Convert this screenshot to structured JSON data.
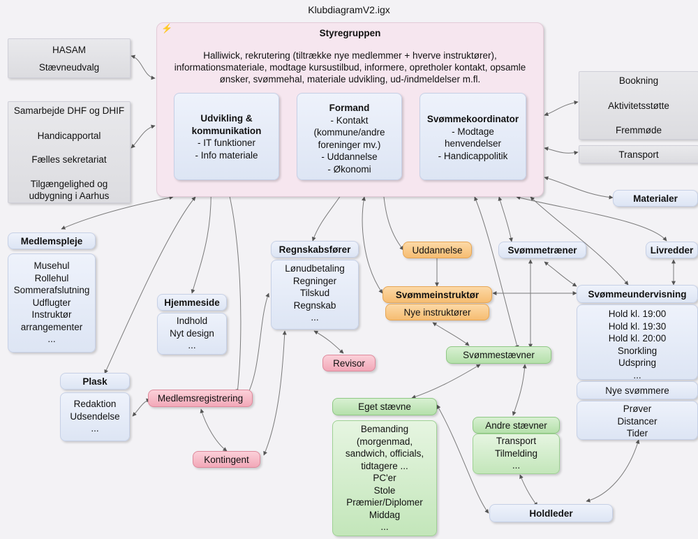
{
  "title": "KlubdiagramV2.igx",
  "styregruppen": {
    "header": "Styregruppen",
    "lines": [
      "Halliwick, rekrutering (tiltrække nye medlemmer + hverve instruktører),",
      "informationsmateriale, modtage kursustilbud, informere, opretholer kontakt, opsamle",
      "ønsker, svømmehal, materiale udvikling, ud-/indmeldelser m.fl."
    ]
  },
  "udvikling": {
    "header1": "Udvikling &",
    "header2": "kommunikation",
    "items": [
      "- IT funktioner",
      "- Info materiale"
    ]
  },
  "formand": {
    "header": "Formand",
    "items": [
      "- Kontakt",
      "(kommune/andre",
      "foreninger mv.)",
      "- Uddannelse",
      "- Økonomi"
    ]
  },
  "svoemmekoordinator": {
    "header": "Svømmekoordinator",
    "items": [
      "- Modtage",
      "henvendelser",
      "- Handicappolitik"
    ]
  },
  "hasam": {
    "line1": "HASAM",
    "line2": "Stævneudvalg"
  },
  "samarbejde": {
    "items": [
      "Samarbejde DHF og DHIF",
      "Handicapportal",
      "Fælles sekretariat",
      "Tilgængelighed og",
      "udbygning i Aarhus"
    ]
  },
  "booking": {
    "items": [
      "Bookning",
      "Aktivitetsstøtte",
      "Fremmøde"
    ]
  },
  "transport": "Transport",
  "materialer": "Materialer",
  "medlemspleje": {
    "header": "Medlemspleje",
    "items": [
      "Musehul",
      "Rollehul",
      "Sommerafslutning",
      "Udflugter",
      "Instruktør",
      "arrangementer",
      "..."
    ]
  },
  "hjemmeside": {
    "header": "Hjemmeside",
    "items": [
      "Indhold",
      "Nyt design",
      "..."
    ]
  },
  "regnskab": {
    "header": "Regnskabsfører",
    "items": [
      "Lønudbetaling",
      "Regninger",
      "Tilskud",
      "Regnskab",
      "..."
    ]
  },
  "uddannelse": "Uddannelse",
  "instruktoer": "Svømmeinstruktør",
  "nye_instruktoerer": "Nye instruktører",
  "svoemmetraener": "Svømmetræner",
  "livredder": "Livredder",
  "undervisning": {
    "header": "Svømmeundervisning",
    "items": [
      "Hold kl. 19:00",
      "Hold kl. 19:30",
      "Hold kl. 20:00",
      "Snorkling",
      "Udspring",
      "..."
    ]
  },
  "nye_svoemmere": "Nye svømmere",
  "proever": {
    "items": [
      "Prøver",
      "Distancer",
      "Tider"
    ]
  },
  "revisor": "Revisor",
  "svoemmestaevner": "Svømmestævner",
  "plask": {
    "header": "Plask",
    "items": [
      "Redaktion",
      "Udsendelse",
      "..."
    ]
  },
  "medlemsregistrering": "Medlemsregistrering",
  "kontingent": "Kontingent",
  "eget": {
    "header": "Eget stævne",
    "items": [
      "Bemanding",
      "(morgenmad,",
      "sandwich, officials,",
      "tidtagere ...",
      "PC'er",
      "Stole",
      "Præmier/Diplomer",
      "Middag",
      "..."
    ]
  },
  "andre": {
    "header": "Andre stævner",
    "items": [
      "Transport",
      "Tilmelding",
      "..."
    ]
  },
  "holdleder": "Holdleder"
}
